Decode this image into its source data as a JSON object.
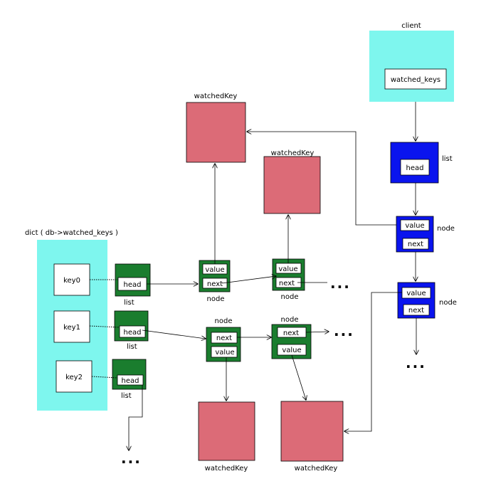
{
  "client": {
    "label": "client",
    "field": "watched_keys",
    "list_label": "list",
    "list_field": "head"
  },
  "client_nodes": [
    {
      "label": "node",
      "value_label": "value",
      "next_label": "next"
    },
    {
      "label": "node",
      "value_label": "value",
      "next_label": "next"
    }
  ],
  "dict": {
    "label": "dict ( db->watched_keys )",
    "keys": [
      "key0",
      "key1",
      "key2"
    ],
    "list_label": "list",
    "list_field": "head"
  },
  "nodes": [
    {
      "label": "node",
      "value_label": "value",
      "next_label": "next"
    },
    {
      "label": "node",
      "value_label": "value",
      "next_label": "next"
    },
    {
      "label": "node",
      "value_label": "value",
      "next_label": "next"
    },
    {
      "label": "node",
      "value_label": "value",
      "next_label": "next"
    }
  ],
  "watched_key_label": "watchedKey",
  "ellipsis": "...",
  "colors": {
    "cyan": "#7ef6ee",
    "watched_key": "#dc6b77",
    "green": "#1a7d2e",
    "blue": "#0a14ee"
  }
}
